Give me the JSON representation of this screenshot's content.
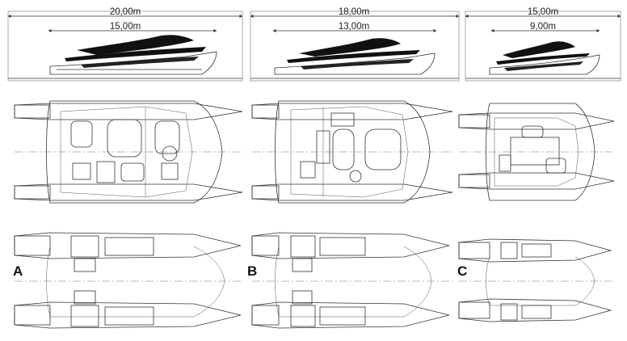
{
  "panels": [
    {
      "id": "A",
      "label": "A",
      "overall_length": "20,00m",
      "hull_length": "15,00m"
    },
    {
      "id": "B",
      "label": "B",
      "overall_length": "18,00m",
      "hull_length": "13,00m"
    },
    {
      "id": "C",
      "label": "C",
      "overall_length": "15,00m",
      "hull_length": "9,00m"
    }
  ]
}
